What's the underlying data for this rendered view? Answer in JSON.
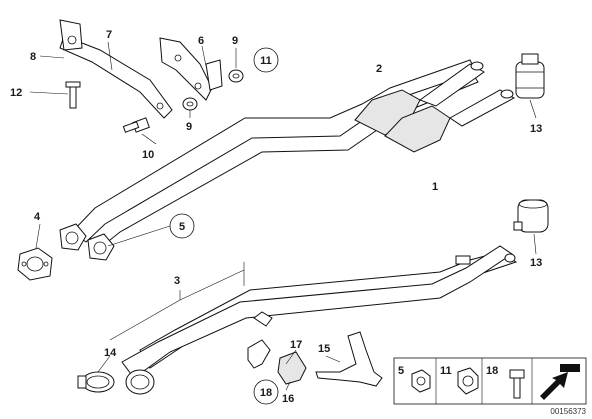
{
  "diagram": {
    "part_numbers": {
      "p1": "1",
      "p2": "2",
      "p3": "3",
      "p4": "4",
      "p5": "5",
      "p6": "6",
      "p7": "7",
      "p8": "8",
      "p9a": "9",
      "p9b": "9",
      "p10": "10",
      "p11": "11",
      "p12": "12",
      "p13a": "13",
      "p13b": "13",
      "p14": "14",
      "p15": "15",
      "p16": "16",
      "p17": "17",
      "p18": "18"
    },
    "legend": {
      "items": [
        "5",
        "11",
        "18"
      ]
    },
    "reference_number": "00156373"
  },
  "colors": {
    "line": "#111111",
    "background": "#ffffff",
    "shade": "#e6e6e6"
  }
}
